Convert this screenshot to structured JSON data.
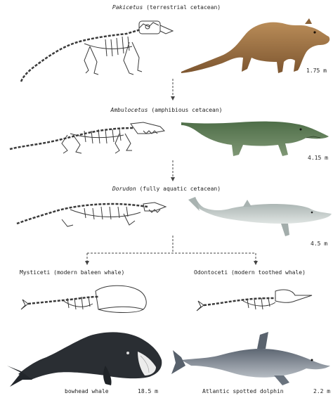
{
  "stages": [
    {
      "genus": "Pakicetus",
      "desc": "(terrestrial cetacean)",
      "size": "1.75 m"
    },
    {
      "genus": "Ambulocetus",
      "desc": "(amphibious cetacean)",
      "size": "4.15 m"
    },
    {
      "genus": "Dorudon",
      "desc": "(fully aquatic cetacean)",
      "size": "4.5 m"
    }
  ],
  "branches": {
    "left": {
      "label": "Mysticeti (modern baleen whale)",
      "animal": "bowhead whale",
      "size": "18.5 m"
    },
    "right": {
      "label": "Odontoceti (modern toothed whale)",
      "animal": "Atlantic spotted dolphin",
      "size": "2.2 m"
    }
  },
  "colors": {
    "pakicetus_fur": "#a57a4a",
    "ambulocetus_skin": "#5f7f55",
    "dorudon_skin": "#bcc6c4",
    "bowhead_skin": "#2a2e33",
    "dolphin_skin": "#7c8590",
    "skeleton_line": "#3a3a3a",
    "connector": "#444444"
  }
}
